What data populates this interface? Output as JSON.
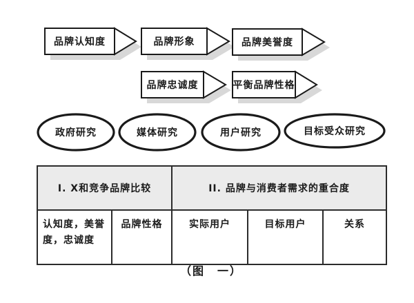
{
  "figure": {
    "caption": "（图　一）"
  },
  "arrows": [
    {
      "label": "品牌认知度"
    },
    {
      "label": "品牌形象"
    },
    {
      "label": "品牌美誉度"
    },
    {
      "label": "品牌忠诚度"
    },
    {
      "label": "平衡品牌性格"
    }
  ],
  "ellipses": [
    {
      "label": "政府研究"
    },
    {
      "label": "媒体研究"
    },
    {
      "label": "用户研究"
    },
    {
      "label": "目标受众研究"
    }
  ],
  "table": {
    "header": [
      {
        "label": "I.  X和竞争品牌比较"
      },
      {
        "label": "II.  品牌与消费者需求的重合度"
      }
    ],
    "row": [
      {
        "label": "认知度，美誉度，忠诚度"
      },
      {
        "label": "品牌性格"
      },
      {
        "label": "实际用户"
      },
      {
        "label": "目标用户"
      },
      {
        "label": "关系"
      }
    ]
  },
  "colors": {
    "background": "#ffffff",
    "outline": "#1a1a1a",
    "shape_fill": "#ffffff",
    "shadow": "#d8d8d8",
    "table_header_bg": "#ebebeb",
    "text": "#1b1b1b"
  }
}
